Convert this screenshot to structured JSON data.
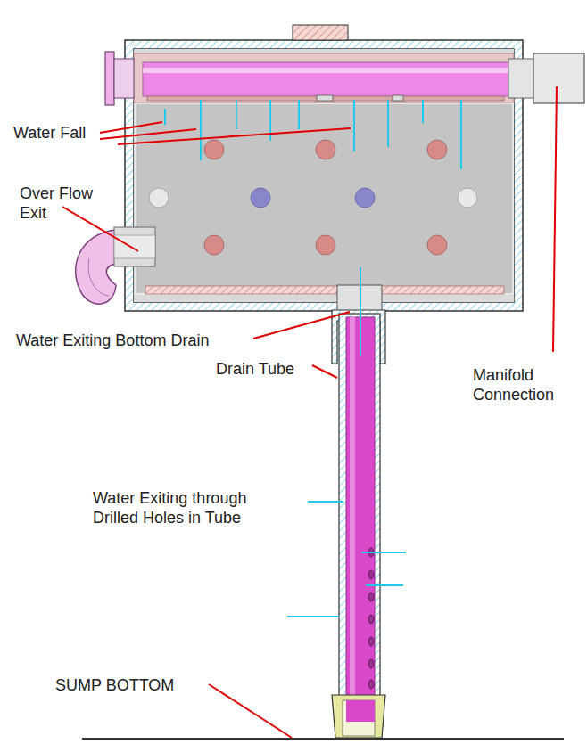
{
  "diagram": {
    "labels": [
      "Water Fall",
      "Over Flow Exit",
      "Water Exiting Bottom Drain",
      "Drain Tube",
      "Manifold Connection",
      "Water Exiting through Drilled Holes in Tube",
      "SUMP BOTTOM"
    ]
  }
}
